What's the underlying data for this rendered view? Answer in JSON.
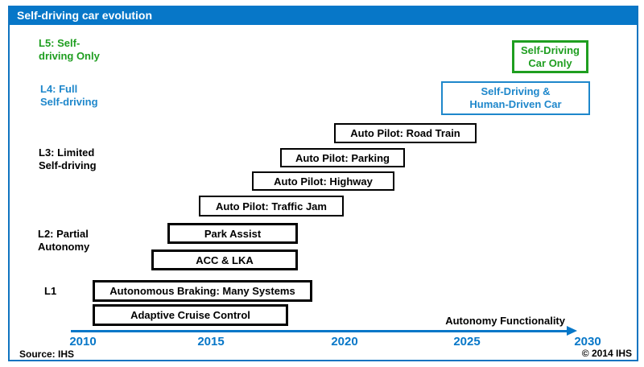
{
  "header": {
    "title": "Self-driving car evolution"
  },
  "levels": [
    {
      "line1": "L5: Self-",
      "line2": "driving Only"
    },
    {
      "line1": "L4: Full",
      "line2": "Self-driving"
    },
    {
      "line1": "L3: Limited",
      "line2": "Self-driving"
    },
    {
      "line1": "L2: Partial",
      "line2": "Autonomy"
    },
    {
      "line1": "L1",
      "line2": ""
    }
  ],
  "milestones": [
    {
      "label": "Adaptive Cruise Control"
    },
    {
      "label": "Autonomous Braking: Many Systems"
    },
    {
      "label": "ACC & LKA"
    },
    {
      "label": "Park Assist"
    },
    {
      "label": "Auto Pilot: Traffic Jam"
    },
    {
      "label": "Auto Pilot: Highway"
    },
    {
      "label": "Auto Pilot: Parking"
    },
    {
      "label": "Auto Pilot: Road Train"
    }
  ],
  "outcomes": [
    {
      "line1": "Self-Driving &",
      "line2": "Human-Driven Car"
    },
    {
      "line1": "Self-Driving",
      "line2": "Car Only"
    }
  ],
  "axis": {
    "ticks": [
      "2010",
      "2015",
      "2020",
      "2025",
      "2030"
    ],
    "label": "Autonomy Functionality"
  },
  "footer": {
    "source": "Source: IHS",
    "copyright": "© 2014 IHS"
  },
  "colors": {
    "brand_blue": "#0777c8",
    "outcome_blue": "#1e87cb",
    "outcome_green": "#1f9e20",
    "box_black": "#000000"
  },
  "chart_data": {
    "type": "bar",
    "subtype": "gantt-timeline",
    "title": "Self-driving car evolution",
    "xlabel": "Autonomy Functionality",
    "x_ticks": [
      2010,
      2015,
      2020,
      2025,
      2030
    ],
    "xlim": [
      2010,
      2030
    ],
    "grid": false,
    "groups": [
      {
        "level": "L1",
        "items": [
          {
            "label": "Adaptive Cruise Control",
            "start": 2010.5,
            "end": 2018
          },
          {
            "label": "Autonomous Braking: Many Systems",
            "start": 2010.5,
            "end": 2019
          }
        ]
      },
      {
        "level": "L2: Partial Autonomy",
        "items": [
          {
            "label": "ACC & LKA",
            "start": 2013,
            "end": 2018.5
          },
          {
            "label": "Park Assist",
            "start": 2013.5,
            "end": 2018.5
          }
        ]
      },
      {
        "level": "L3: Limited Self-driving",
        "items": [
          {
            "label": "Auto Pilot: Traffic Jam",
            "start": 2014.5,
            "end": 2020.5
          },
          {
            "label": "Auto Pilot: Highway",
            "start": 2016.5,
            "end": 2022.5
          },
          {
            "label": "Auto Pilot: Parking",
            "start": 2018,
            "end": 2022.5
          },
          {
            "label": "Auto Pilot: Road Train",
            "start": 2020,
            "end": 2025.5
          }
        ]
      },
      {
        "level": "L4: Full Self-driving",
        "items": [
          {
            "label": "Self-Driving & Human-Driven Car",
            "start": 2024,
            "end": 2030
          }
        ]
      },
      {
        "level": "L5: Self-driving Only",
        "items": [
          {
            "label": "Self-Driving Car Only",
            "start": 2027,
            "end": 2030
          }
        ]
      }
    ],
    "source": "Source: IHS",
    "copyright": "© 2014 IHS"
  }
}
